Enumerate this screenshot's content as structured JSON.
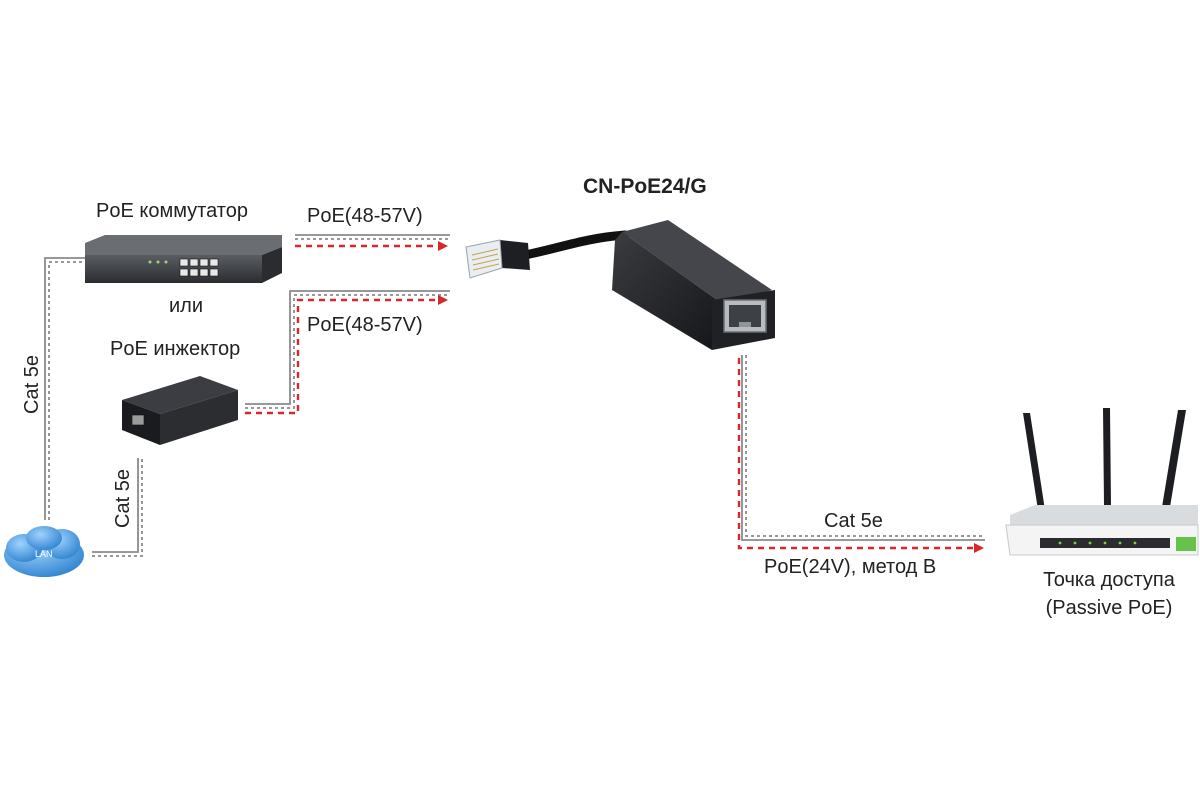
{
  "title": "CN-PoE24/G",
  "labels": {
    "switch": "PoE коммутатор",
    "or": "или",
    "injector": "PoE инжектор",
    "poe_in_top": "PoE(48-57V)",
    "poe_in_bottom": "PoE(48-57V)",
    "cable_left": "Cat 5e",
    "cable_lan": "Cat 5e",
    "cable_out": "Cat 5e",
    "poe_out": "PoE(24V), метод В",
    "lan": "LAN",
    "access_point_line1": "Точка доступа",
    "access_point_line2": "(Passive PoE)"
  },
  "colors": {
    "arrow": "#d8262a",
    "cable": "#8a8a8a",
    "device_dark": "#2a2c30",
    "cloud": "#2f8fd8",
    "router_body": "#f2f2f2"
  },
  "icons": [
    "poe-switch-icon",
    "poe-injector-icon",
    "lan-cloud-icon",
    "rj45-plug-icon",
    "splitter-icon",
    "router-icon"
  ]
}
